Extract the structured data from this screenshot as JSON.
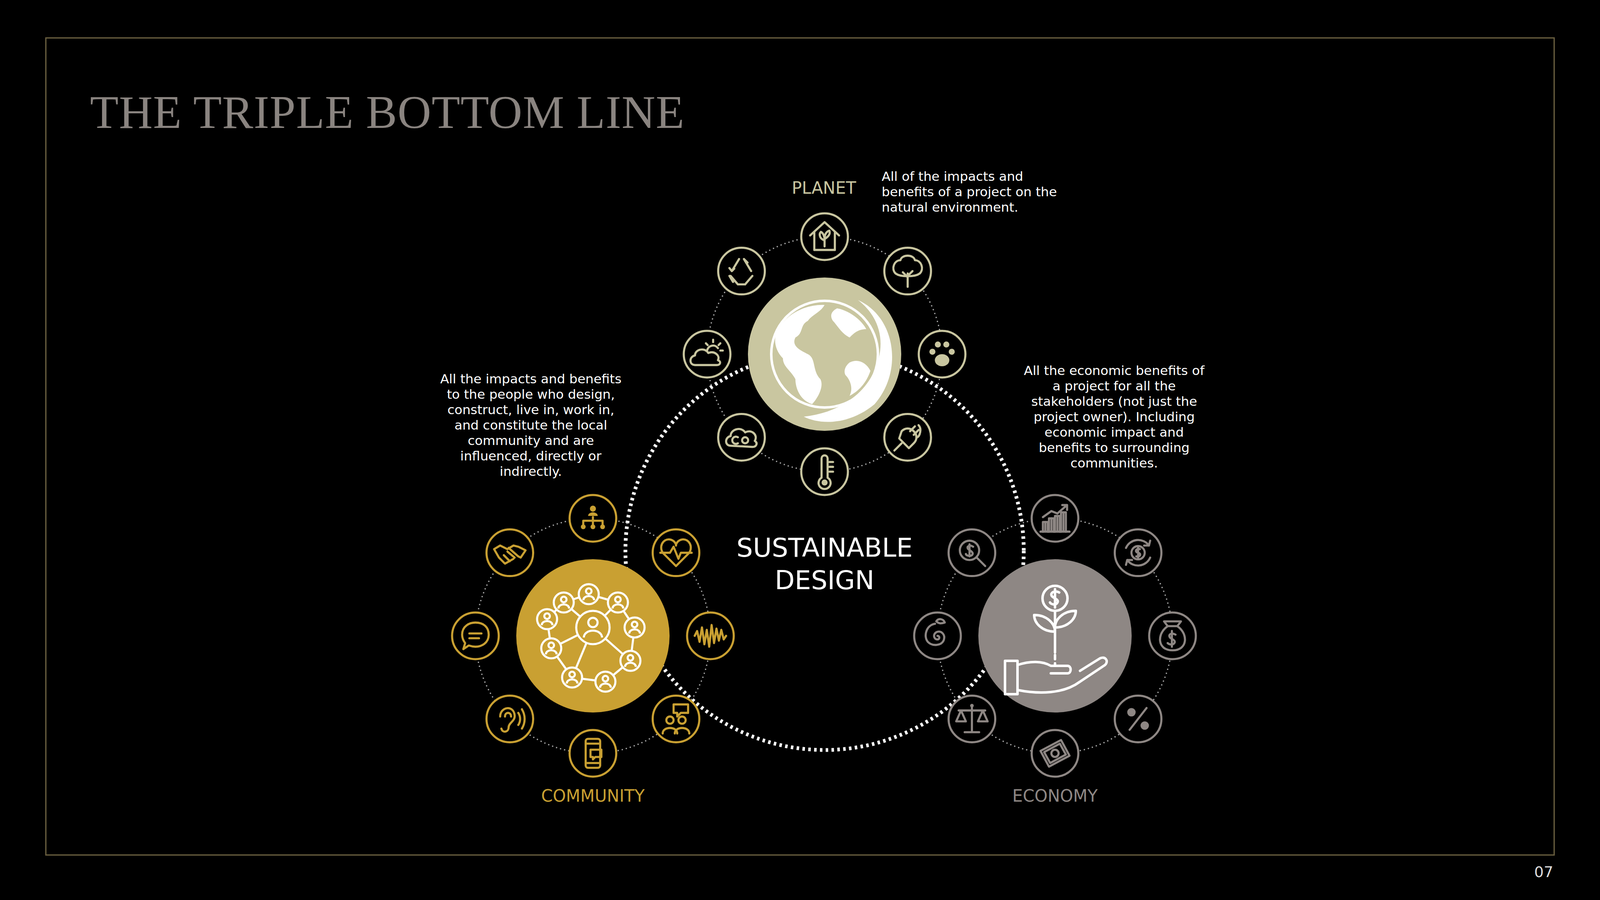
{
  "diagram": {
    "title": "THE TRIPLE BOTTOM LINE",
    "nodes": [
      {
        "text": [
          "SUSTAINABLE DESIGN"
        ]
      }
    ],
    "labels": [
      "PLANET",
      "All of the impacts and benefits of a project on the natural environment.",
      "All the impacts and benefits to the people who design, construct, live in, work in, and constitute the local community and are influenced, directly or indirectly.",
      "All the economic benefits of a project for all the stakeholders (not just the project owner). Including economic impact and benefits to surrounding communities.",
      "COMMUNITY",
      "ECONOMY",
      "07"
    ]
  }
}
